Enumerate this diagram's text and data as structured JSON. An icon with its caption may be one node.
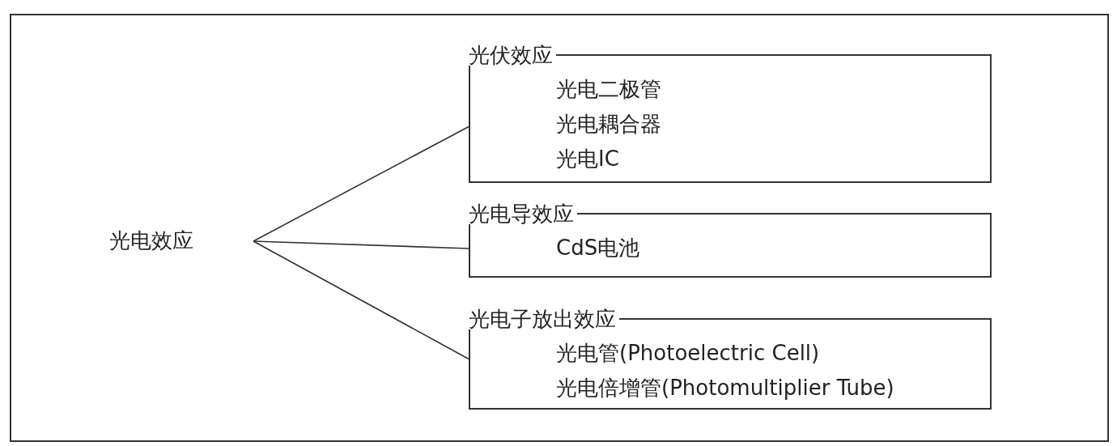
{
  "diagram": {
    "nodes": [
      {
        "text": [
          "光电效应"
        ]
      },
      {
        "text": [
          "光伏效应",
          "光电二极管",
          "光电耦合器",
          "光电IC"
        ]
      },
      {
        "text": [
          "光电导效应",
          "CdS电池"
        ]
      },
      {
        "text": [
          "光电子放出效应",
          "光电管(Photoelectric Cell)",
          "光电倍增管(Photomultiplier Tube)"
        ]
      }
    ],
    "edges": [
      {
        "from": 0,
        "to": 1,
        "arrow": "none"
      },
      {
        "from": 0,
        "to": 2,
        "arrow": "none"
      },
      {
        "from": 0,
        "to": 3,
        "arrow": "none"
      }
    ]
  }
}
